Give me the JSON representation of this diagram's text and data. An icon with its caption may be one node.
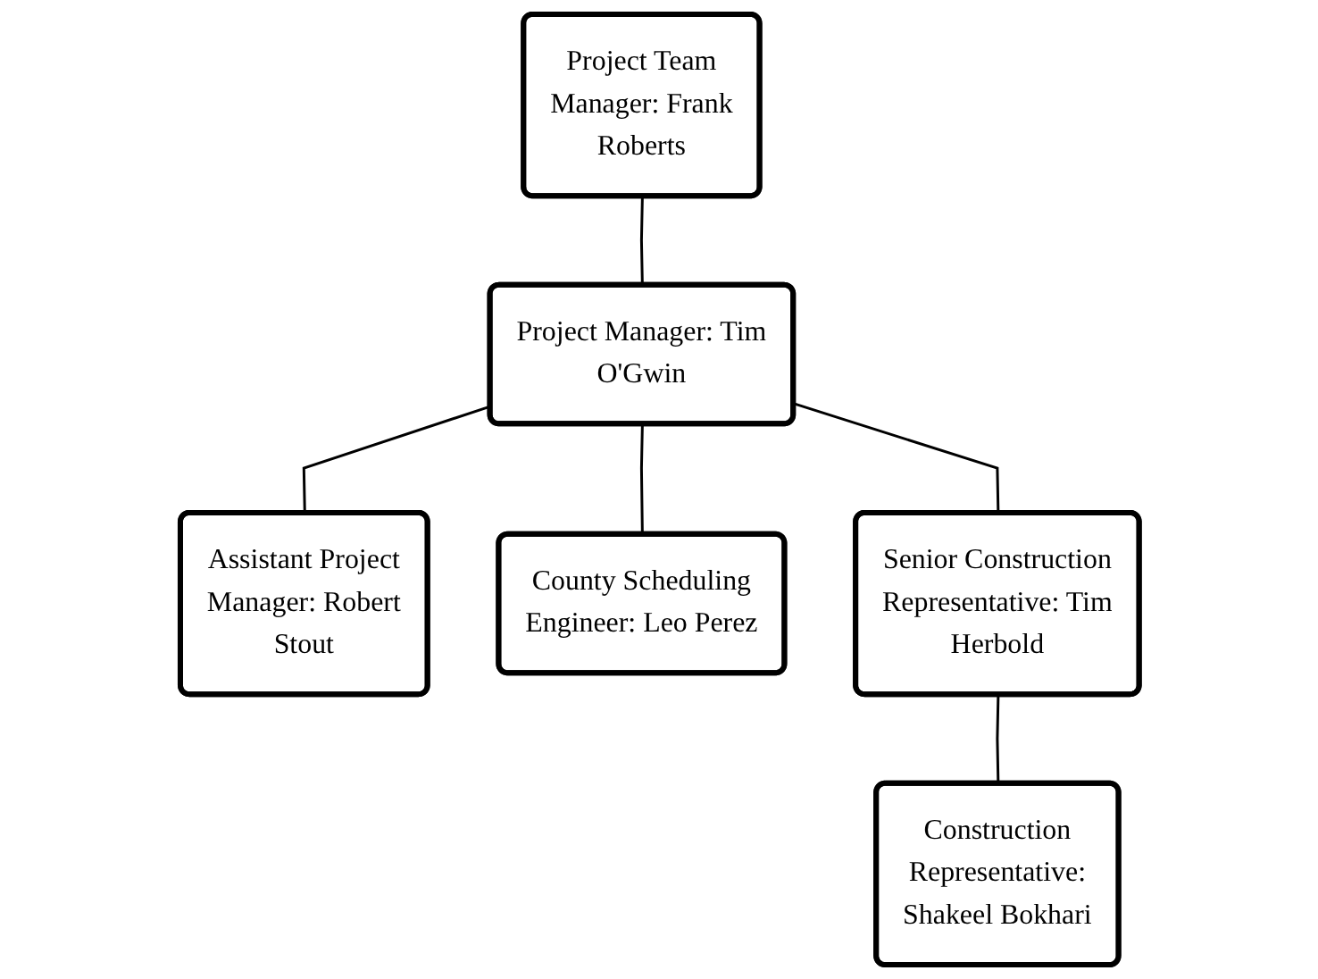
{
  "diagram": {
    "nodes": [
      {
        "text": [
          "Project Team Manager: Frank Roberts"
        ]
      },
      {
        "text": [
          "Project Manager: Tim O'Gwin"
        ]
      },
      {
        "text": [
          "Assistant Project Manager: Robert Stout"
        ]
      },
      {
        "text": [
          "County Scheduling Engineer: Leo Perez"
        ]
      },
      {
        "text": [
          "Senior Construction Representative: Tim Herbold"
        ]
      },
      {
        "text": [
          "Construction Representative: Shakeel Bokhari"
        ]
      }
    ],
    "edges": [
      {
        "from": 0,
        "to": 1,
        "arrow": "none"
      },
      {
        "from": 1,
        "to": 2,
        "arrow": "none"
      },
      {
        "from": 1,
        "to": 3,
        "arrow": "none"
      },
      {
        "from": 1,
        "to": 4,
        "arrow": "none"
      },
      {
        "from": 4,
        "to": 5,
        "arrow": "none"
      }
    ]
  }
}
